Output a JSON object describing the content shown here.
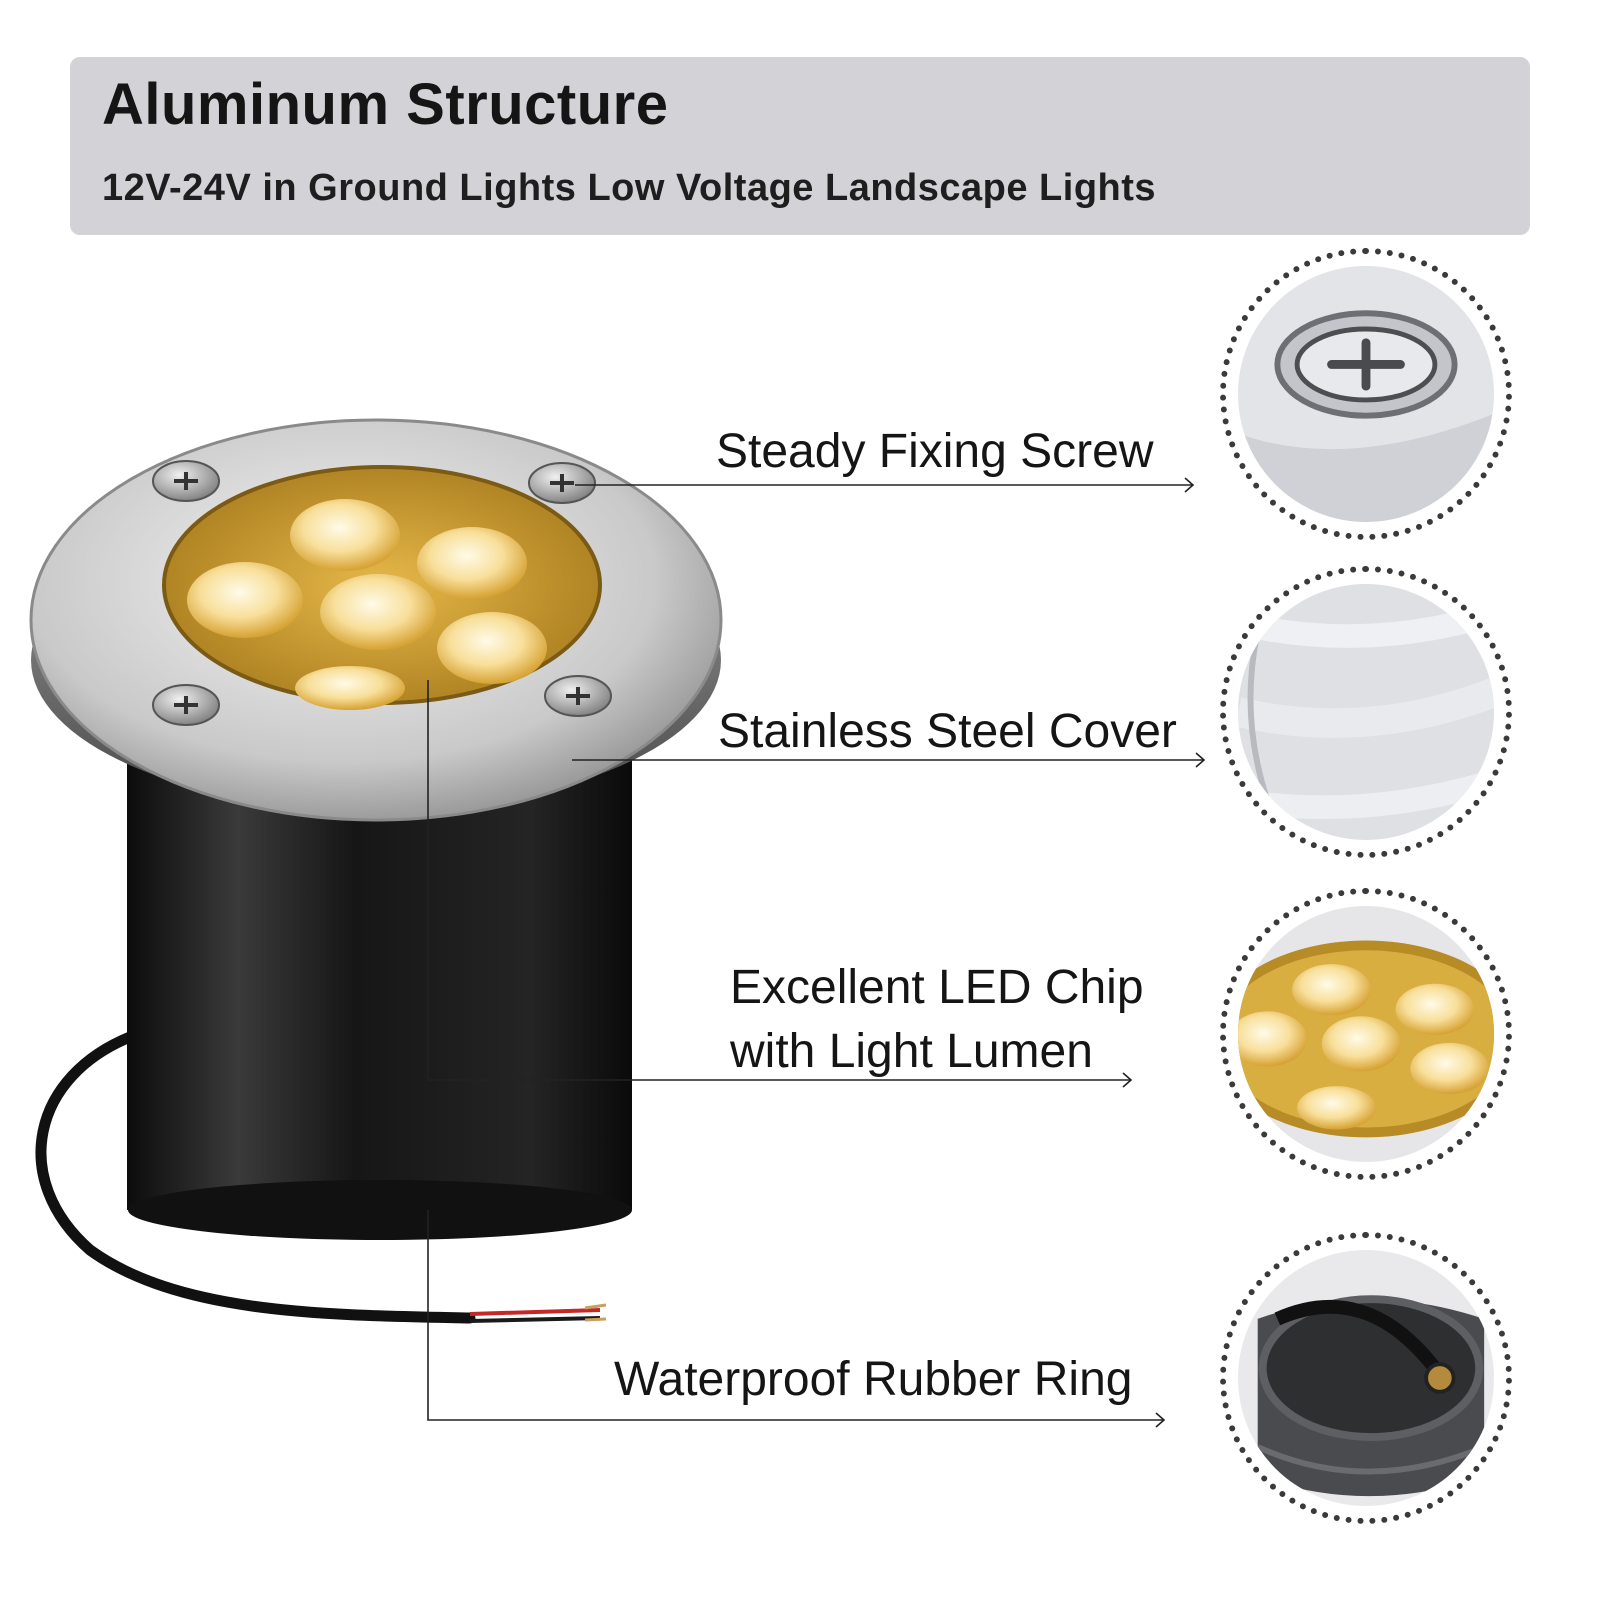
{
  "banner": {
    "title": "Aluminum Structure",
    "subtitle": "12V-24V in Ground Lights Low Voltage Landscape Lights"
  },
  "callouts": {
    "screw": "Steady Fixing Screw",
    "cover": "Stainless Steel Cover",
    "led_line1": "Excellent LED Chip",
    "led_line2": "with Light Lumen",
    "ring": "Waterproof Rubber Ring"
  },
  "colors": {
    "banner_bg": "#d3d2d6",
    "led_warm": "#f2c94c",
    "body_black": "#1a1a1a"
  },
  "icons": [
    "screw-closeup-image",
    "steel-cover-closeup-image",
    "led-chip-closeup-image",
    "rubber-ring-closeup-image"
  ]
}
